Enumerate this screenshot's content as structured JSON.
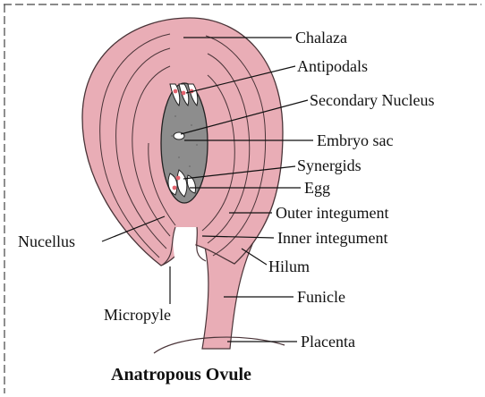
{
  "title": "Anatropous Ovule",
  "labels": {
    "chalaza": "Chalaza",
    "antipodals": "Antipodals",
    "secondary_nucleus": "Secondary Nucleus",
    "embryo_sac": "Embryo sac",
    "synergids": "Synergids",
    "egg": "Egg",
    "outer_integument": "Outer integument",
    "inner_integument": "Inner integument",
    "hilum": "Hilum",
    "funicle": "Funicle",
    "placenta": "Placenta",
    "nucellus": "Nucellus",
    "micropyle": "Micropyle"
  },
  "colors": {
    "tissue_fill": "#e9adb6",
    "tissue_stroke": "#4a3438",
    "embryo_sac_fill": "#8d8d8d",
    "nucleus_dot": "#e4636e",
    "line": "#111111"
  }
}
